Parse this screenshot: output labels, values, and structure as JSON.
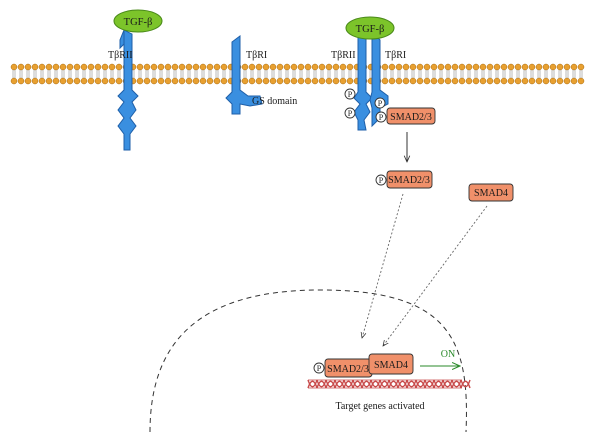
{
  "ligand": {
    "label": "TGF-β"
  },
  "receptors": {
    "type2": "TβRII",
    "type1": "TβRI"
  },
  "gs_domain": "GS domain",
  "phospho_symbol": "P",
  "smad23": "SMAD2/3",
  "smad4": "SMAD4",
  "on_label": "ON",
  "target_genes": "Target genes activated",
  "colors": {
    "membrane_head": "#e8a030",
    "receptor": "#3a8fe0",
    "ligand": "#7cc42a",
    "smad_box": "#f0906a",
    "dna": "#c84a4a",
    "on_arrow": "#2a8a2a"
  }
}
